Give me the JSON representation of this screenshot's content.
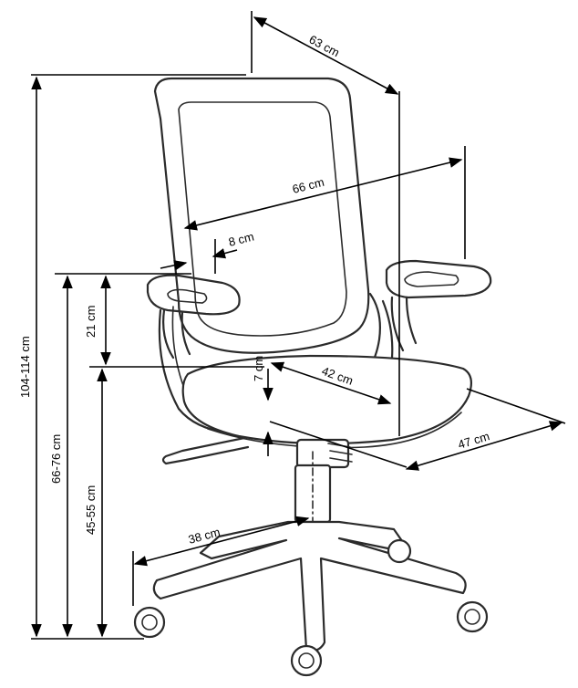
{
  "labels": {
    "depth_total": "63 cm",
    "width_armrests": "66 cm",
    "armrest_width": "8 cm",
    "armrest_height": "21 cm",
    "seat_thickness": "7 cm",
    "seat_depth": "42 cm",
    "seat_width": "47 cm",
    "base_radius": "38 cm",
    "height_total": "104-114 cm",
    "armrest_floor": "66-76 cm",
    "seat_floor": "45-55 cm"
  }
}
